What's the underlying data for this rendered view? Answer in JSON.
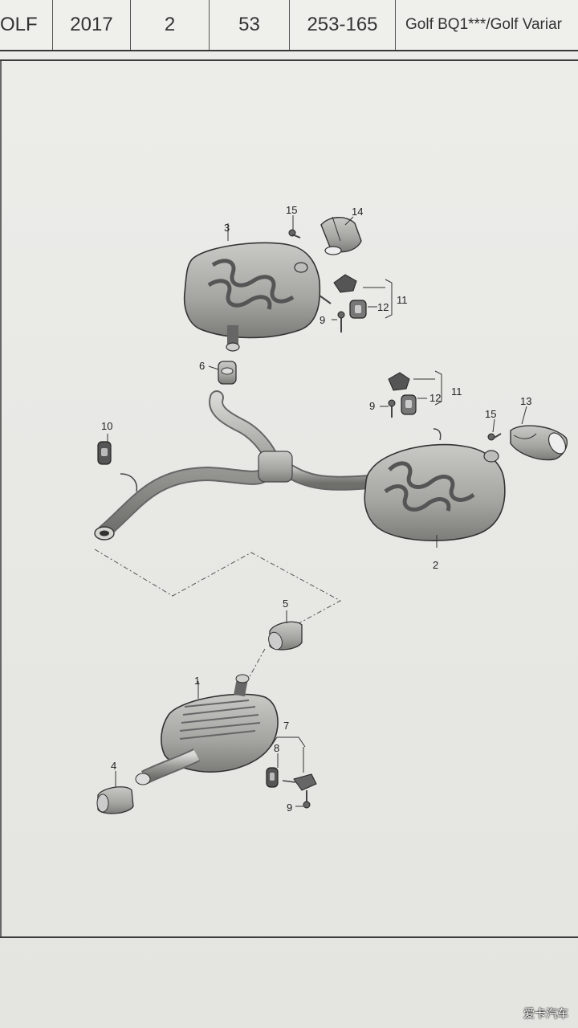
{
  "header": {
    "cells": [
      "OLF",
      "2017",
      "2",
      "53",
      "253-165",
      "Golf BQ1***/Golf Variar"
    ]
  },
  "labels": {
    "l1": "1",
    "l2": "2",
    "l3": "3",
    "l4": "4",
    "l5": "5",
    "l6": "6",
    "l7": "7",
    "l8": "8",
    "l9a": "9",
    "l9b": "9",
    "l9c": "9",
    "l10": "10",
    "l11a": "11",
    "l11b": "11",
    "l12a": "12",
    "l12b": "12",
    "l13": "13",
    "l14": "14",
    "l15a": "15",
    "l15b": "15"
  },
  "watermark": "爱卡汽车"
}
